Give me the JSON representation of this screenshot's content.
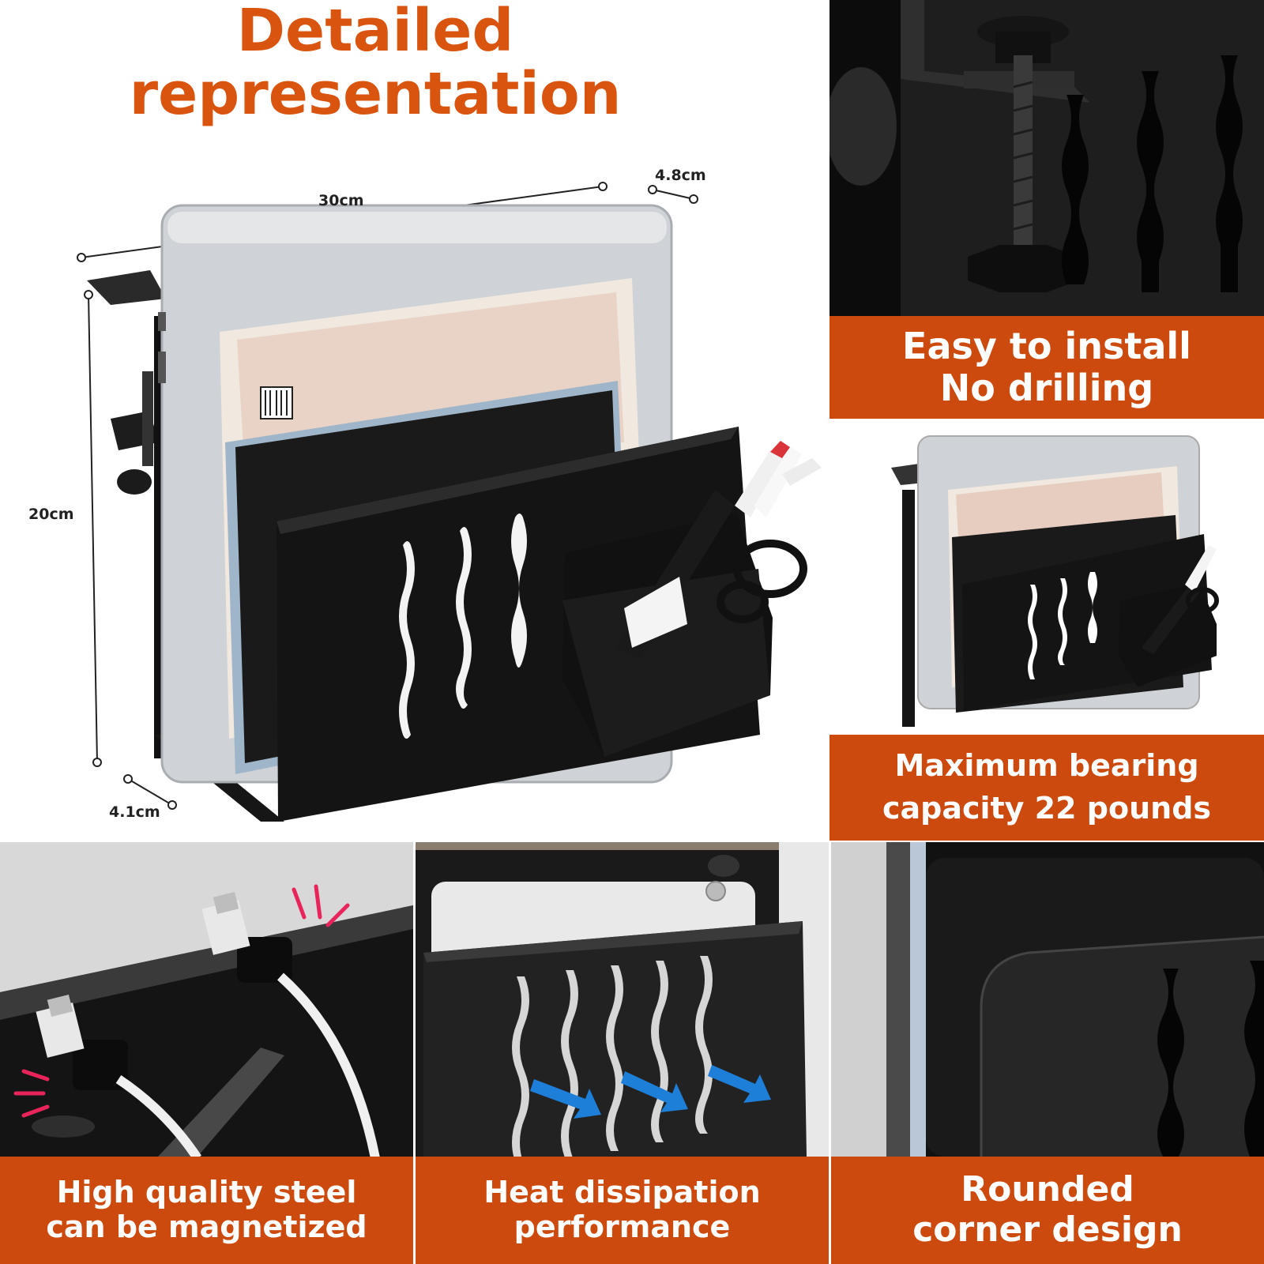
{
  "title_lines": [
    "Detailed",
    "representation"
  ],
  "dimensions": {
    "width": "30cm",
    "depth_top": "4.8cm",
    "height": "20cm",
    "depth_bottom": "4.1cm"
  },
  "features": {
    "install": [
      "Easy to install",
      "No drilling"
    ],
    "bearing": [
      "Maximum bearing",
      "capacity 22 pounds"
    ],
    "steel": [
      "High quality steel",
      "can be magnetized"
    ],
    "heat": [
      "Heat dissipation",
      "performance"
    ],
    "corner": [
      "Rounded",
      "corner design"
    ]
  },
  "colors": {
    "banner": "#cc4a0e",
    "title": "#d9540e",
    "product": "#151515"
  }
}
